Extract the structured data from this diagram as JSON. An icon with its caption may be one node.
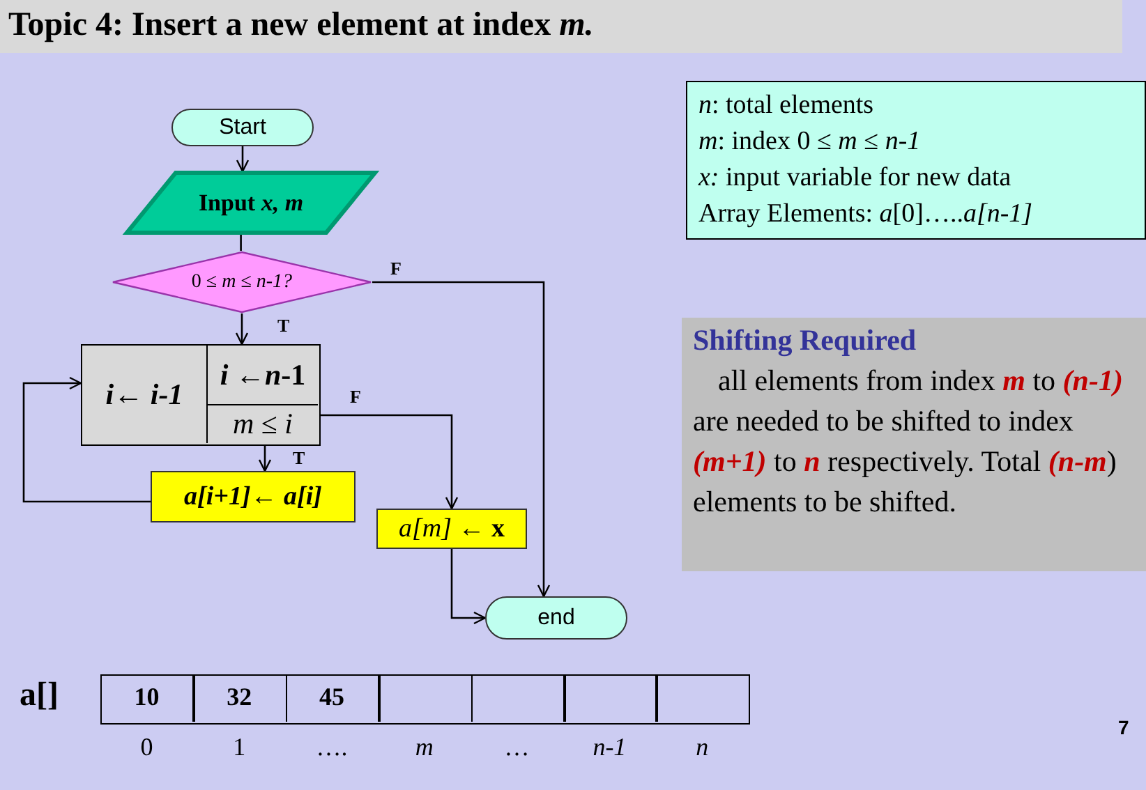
{
  "diagram": {
    "title": "Topic 4: Insert a new element at index *m.*",
    "nodes": [
      {
        "text": [
          "Start"
        ]
      },
      {
        "text": [
          "Input *x, m*"
        ]
      },
      {
        "text": [
          "0 ≤ *m* ≤ *n-1?*"
        ]
      },
      {
        "text": [
          "*i*← *i*-1",
          "*i* ←*n*-1",
          "*m* ≤ *i*"
        ]
      },
      {
        "text": [
          "a[i+1]← a[i]"
        ]
      },
      {
        "text": [
          "*a[m]* ← **x**"
        ]
      },
      {
        "text": [
          "end"
        ]
      },
      {
        "text": [
          "*n*: total elements",
          "*m*: index  0 ≤ *m* ≤ *n-1*",
          "*x:* input variable for new data",
          "Array Elements: *a*[0]…..*a[n-1]*"
        ]
      },
      {
        "text": [
          "Shifting Required",
          "all elements from index *m* to *(n-1)* are needed to be shifted to index *(m+1)* to *n* respectively. Total *(n-m*) elements to be shifted."
        ]
      }
    ],
    "edges": [
      {
        "from": 0,
        "to": 1,
        "arrow": "to"
      },
      {
        "from": 1,
        "to": 2,
        "arrow": "none"
      },
      {
        "from": 2,
        "to": 3,
        "arrow": "to",
        "label": "T"
      },
      {
        "from": 2,
        "to": 6,
        "arrow": "to",
        "label": "F"
      },
      {
        "from": 3,
        "to": 4,
        "arrow": "to",
        "label": "T"
      },
      {
        "from": 3,
        "to": 5,
        "arrow": "to",
        "label": "F"
      },
      {
        "from": 4,
        "to": 3,
        "arrow": "to"
      },
      {
        "from": 5,
        "to": 6,
        "arrow": "to"
      }
    ],
    "labels": [
      "a[]",
      "10",
      "32",
      "45",
      "0",
      "1",
      "….",
      "*m*",
      "…",
      "*n-1*",
      "*n*",
      "7"
    ]
  }
}
